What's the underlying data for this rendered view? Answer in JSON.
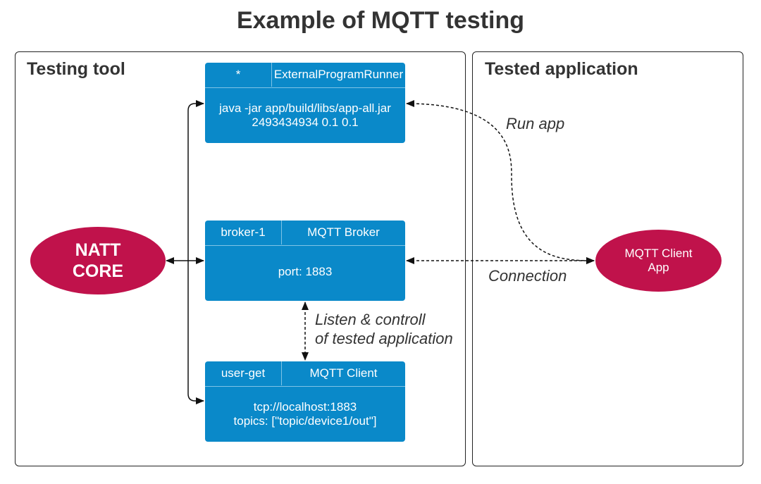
{
  "title": "Example of MQTT testing",
  "panels": {
    "testing_tool": "Testing tool",
    "tested_application": "Tested application"
  },
  "colors": {
    "box_fill": "#0a89c9",
    "box_divider": "#7fc3e6",
    "ellipse_fill": "#c0124b",
    "text_dark": "#333333"
  },
  "nodes": {
    "natt_core": {
      "line1": "NATT",
      "line2": "CORE"
    },
    "external_runner": {
      "id": "*",
      "type": "ExternalProgramRunner",
      "body_line1": "java -jar app/build/libs/app-all.jar",
      "body_line2": "2493434934 0.1 0.1"
    },
    "mqtt_broker": {
      "id": "broker-1",
      "type": "MQTT Broker",
      "body_line1": "port: 1883"
    },
    "mqtt_client": {
      "id": "user-get",
      "type": "MQTT Client",
      "body_line1": "tcp://localhost:1883",
      "body_line2": "topics: [\"topic/device1/out\"]"
    },
    "client_app": {
      "line1": "MQTT Client",
      "line2": "App"
    }
  },
  "edges": {
    "run_app": "Run app",
    "connection": "Connection",
    "listen_line1": "Listen & controll",
    "listen_line2": "of tested application"
  }
}
